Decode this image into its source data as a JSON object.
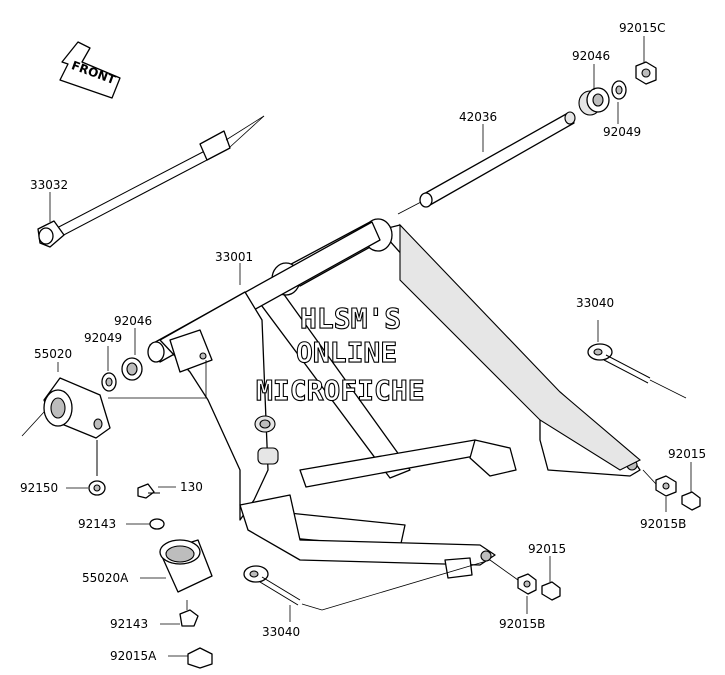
{
  "diagram": {
    "front_indicator": "FRONT",
    "watermark": [
      "HLSM'S",
      "ONLINE",
      "MICROFICHE"
    ],
    "callouts": {
      "p92015c": "92015C",
      "p92046_top": "92046",
      "p92049_top": "92049",
      "p42036": "42036",
      "p33032": "33032",
      "p33001": "33001",
      "p92046_left": "92046",
      "p92049_left": "92049",
      "p55020": "55020",
      "p33040_right": "33040",
      "p92150": "92150",
      "p130": "130",
      "p92143_top": "92143",
      "p55020a": "55020A",
      "p92143_bottom": "92143",
      "p92015a": "92015A",
      "p33040_bottom": "33040",
      "p92015_mid": "92015",
      "p92015b_mid": "92015B",
      "p92015_right": "92015",
      "p92015b_right": "92015B"
    }
  }
}
